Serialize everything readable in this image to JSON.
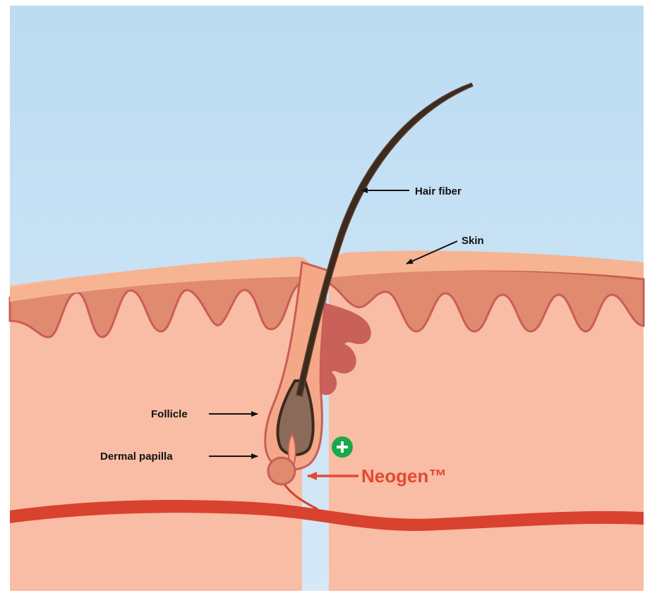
{
  "diagram": {
    "labels": {
      "hair_fiber": "Hair fiber",
      "skin": "Skin",
      "follicle": "Follicle",
      "dermal_papilla": "Dermal papilla",
      "brand": "Neogen™"
    },
    "icons": {
      "plus_badge": "plus-circle-icon"
    },
    "colors": {
      "sky_top": "#bcdcf2",
      "sky_bottom": "#d3e8f7",
      "epidermis": "#f6b493",
      "dermis_upper": "#e08a70",
      "dermis": "#f9bca4",
      "outline": "#c85e56",
      "gland": "#c9605a",
      "hair": "#3d2a1c",
      "blood_vessel": "#d8422e",
      "brand": "#e24a33",
      "badge": "#1aa84a",
      "text": "#111111"
    }
  }
}
